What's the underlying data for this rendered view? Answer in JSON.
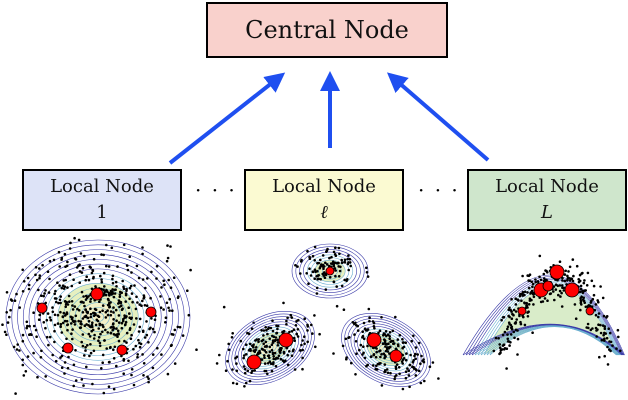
{
  "central_node": {
    "label": "Central Node"
  },
  "local_nodes": [
    {
      "label": "Local Node",
      "index": "1",
      "fill": "#dde3f7"
    },
    {
      "label": "Local Node",
      "index": "ℓ",
      "fill": "#fbfad2"
    },
    {
      "label": "Local Node",
      "index": "L",
      "fill": "#cfe6cc"
    }
  ],
  "ellipsis": "· · ·",
  "colors": {
    "arrow": "#1f4ff0",
    "central_fill": "#f9d1cc",
    "centroid": "#ff0000",
    "contour": "#3a3aa8"
  }
}
